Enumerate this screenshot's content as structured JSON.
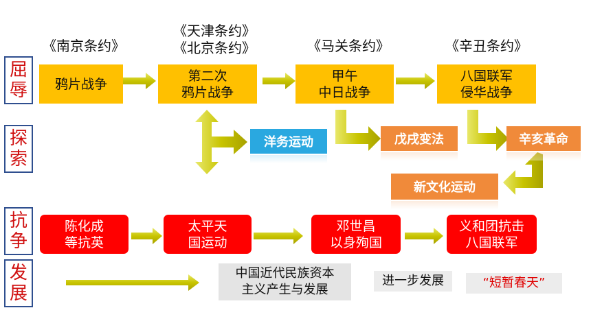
{
  "treaties": {
    "nanjing": "《南京条约》",
    "tianjin": "《天津条约》",
    "beijing": "《北京条约》",
    "maguan": "《马关条约》",
    "xinchou": "《辛丑条约》"
  },
  "row_labels": {
    "humiliation": [
      "屈",
      "辱"
    ],
    "exploration": [
      "探",
      "索"
    ],
    "resistance": [
      "抗",
      "争"
    ],
    "development": [
      "发",
      "展"
    ]
  },
  "humiliation_events": [
    "鸦片战争",
    "第二次\n鸦片战争",
    "甲午\n中日战争",
    "八国联军\n侵华战争"
  ],
  "exploration_events": {
    "yangwu": "洋务运动",
    "wuxu": "戊戌变法",
    "xinhai": "辛亥革命",
    "xinwenhua": "新文化运动"
  },
  "resistance_events": [
    "陈化成\n等抗英",
    "太平天\n国运动",
    "邓世昌\n以身殉国",
    "义和团抗击\n八国联军"
  ],
  "development": {
    "capitalism": "中国近代民族资本\n主义产生与发展",
    "further": "进一步发展",
    "spring": "“短暂春天”"
  },
  "colors": {
    "yellow": "#ffc000",
    "red": "#ff0000",
    "orange": "#f08a3a",
    "blue": "#2aa8e0",
    "arrow_green": "#c7c400",
    "label_border": "#2f4f8f",
    "label_text": "#d01010"
  }
}
